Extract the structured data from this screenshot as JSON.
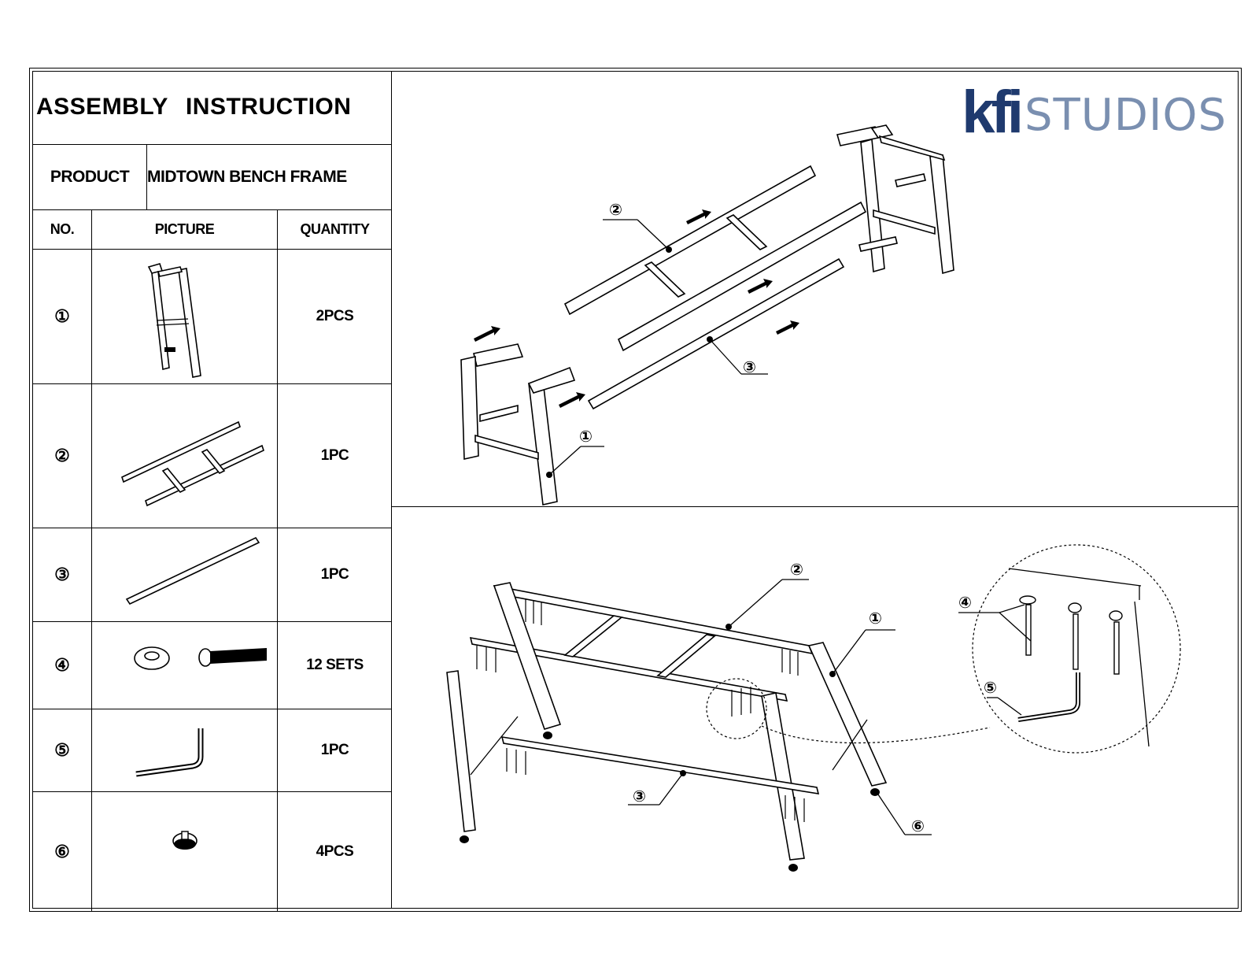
{
  "header": {
    "title_word1": "ASSEMBLY",
    "title_word2": "INSTRUCTION",
    "product_label": "PRODUCT",
    "product_name": "MIDTOWN BENCH FRAME"
  },
  "logo": {
    "brand": "kfi",
    "studios": "STUDIOS",
    "brand_color": "#1f3a6e",
    "studios_color": "#7a8fb0"
  },
  "table": {
    "headers": {
      "no": "NO.",
      "picture": "PICTURE",
      "quantity": "QUANTITY"
    },
    "rows": [
      {
        "no": "①",
        "quantity": "2PCS",
        "icon": "leg-frame-icon"
      },
      {
        "no": "②",
        "quantity": "1PC",
        "icon": "ladder-rail-icon"
      },
      {
        "no": "③",
        "quantity": "1PC",
        "icon": "bar-icon"
      },
      {
        "no": "④",
        "quantity": "12 SETS",
        "icon": "bolt-washer-icon"
      },
      {
        "no": "⑤",
        "quantity": "1PC",
        "icon": "allen-key-icon"
      },
      {
        "no": "⑥",
        "quantity": "4PCS",
        "icon": "foot-glide-icon"
      }
    ]
  },
  "diagram_top": {
    "callouts": [
      "①",
      "②",
      "③"
    ]
  },
  "diagram_bottom": {
    "callouts": [
      "①",
      "②",
      "③",
      "④",
      "⑤",
      "⑥"
    ]
  }
}
